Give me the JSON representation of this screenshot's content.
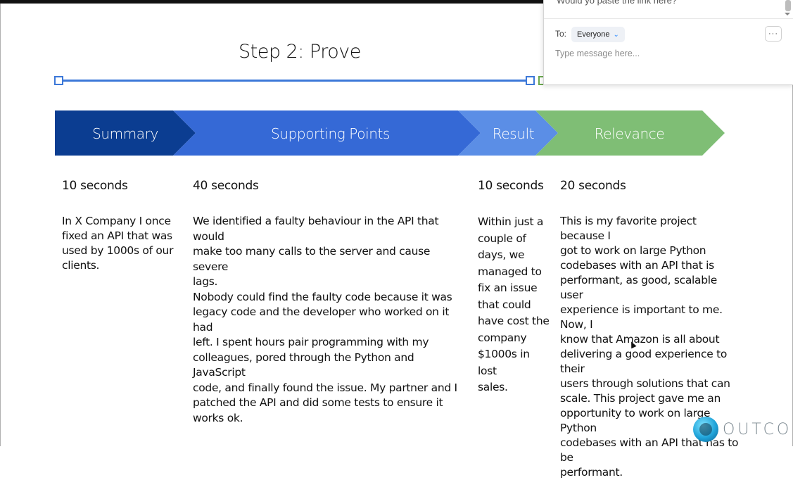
{
  "slide": {
    "title": "Step 2: Prove",
    "arrows": [
      {
        "label": "Summary",
        "color": "#0b3d91"
      },
      {
        "label": "Supporting Points",
        "color": "#3569d6"
      },
      {
        "label": "Result",
        "color": "#5b8ee6"
      },
      {
        "label": "Relevance",
        "color": "#7fbe75"
      }
    ],
    "columns": [
      {
        "duration": "10 seconds",
        "lines": [
          "In X Company I once",
          "fixed an API that was",
          "used by 1000s of our",
          "clients."
        ]
      },
      {
        "duration": "40 seconds",
        "lines": [
          "We identified a faulty behaviour in the API that would",
          "make too many calls to the server and cause severe",
          "lags.",
          "Nobody could find the faulty code because it was",
          "legacy code and the developer who worked on it had",
          "left. I spent hours pair programming with my",
          "colleagues, pored through the Python and JavaScript",
          "code, and finally found the issue. My partner and I",
          "patched the API and did some tests to ensure it",
          "works ok."
        ]
      },
      {
        "duration": "10 seconds",
        "lines": [
          "Within just a",
          "couple of",
          "days, we",
          "managed to",
          "fix an issue",
          "that could",
          "have cost the",
          "company",
          "$1000s in lost",
          "sales."
        ]
      },
      {
        "duration": "20 seconds",
        "lines": [
          "This is my favorite project because I",
          "got to work on large Python",
          "codebases with an API that is",
          "performant, as good, scalable user",
          "experience is important to me. Now, I",
          "know that Amazon is all about",
          "delivering a good experience to their",
          "users through solutions that can",
          "scale. This project gave me an",
          "opportunity to work on large Python",
          "codebases with an API that has to be",
          "performant."
        ]
      }
    ],
    "logo_text": "OUTCO"
  },
  "chat": {
    "previous_message": "Would yo paste the link here?",
    "to_label": "To:",
    "recipient": "Everyone",
    "more_label": "···",
    "input_placeholder": "Type message here..."
  },
  "colors": {
    "selection": "#3c78d8",
    "green_handle": "#6aa84f"
  },
  "icons": {
    "recipient_chevron": "chevron-down-icon",
    "more": "more-icon",
    "logo": "outco-logo-icon"
  }
}
